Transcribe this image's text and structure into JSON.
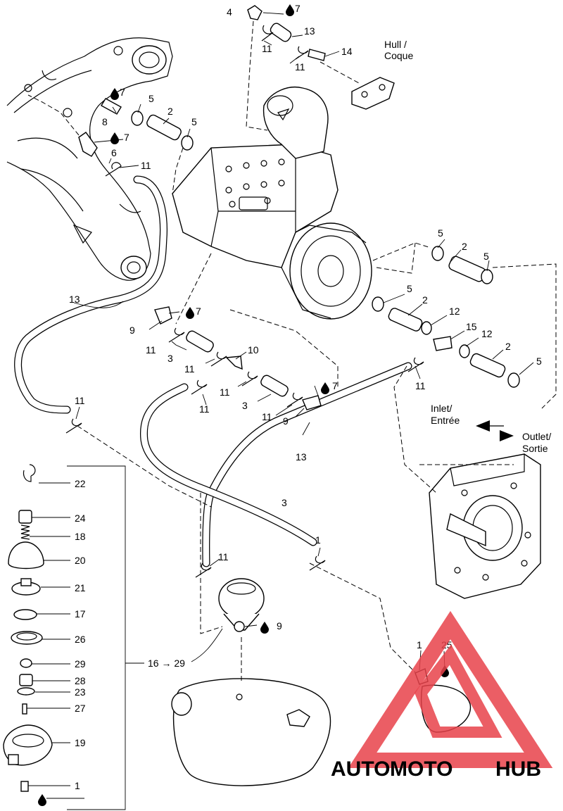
{
  "diagram": {
    "callouts": [
      {
        "id": "c4",
        "text": "4"
      },
      {
        "id": "c7a",
        "text": "7"
      },
      {
        "id": "c13a",
        "text": "13"
      },
      {
        "id": "c11a",
        "text": "11"
      },
      {
        "id": "c14",
        "text": "14"
      },
      {
        "id": "c11b",
        "text": "11"
      },
      {
        "id": "c7b",
        "text": "7"
      },
      {
        "id": "c5a",
        "text": "5"
      },
      {
        "id": "c8",
        "text": "8"
      },
      {
        "id": "c2a",
        "text": "2"
      },
      {
        "id": "c5b",
        "text": "5"
      },
      {
        "id": "c7c",
        "text": "7"
      },
      {
        "id": "c6",
        "text": "6"
      },
      {
        "id": "c11c",
        "text": "11"
      },
      {
        "id": "c5c",
        "text": "5"
      },
      {
        "id": "c2b",
        "text": "2"
      },
      {
        "id": "c5d",
        "text": "5"
      },
      {
        "id": "c13b",
        "text": "13"
      },
      {
        "id": "c7d",
        "text": "7"
      },
      {
        "id": "c9a",
        "text": "9"
      },
      {
        "id": "c5e",
        "text": "5"
      },
      {
        "id": "c2c",
        "text": "2"
      },
      {
        "id": "c12a",
        "text": "12"
      },
      {
        "id": "c15",
        "text": "15"
      },
      {
        "id": "c12b",
        "text": "12"
      },
      {
        "id": "c2d",
        "text": "2"
      },
      {
        "id": "c5f",
        "text": "5"
      },
      {
        "id": "c11d",
        "text": "11"
      },
      {
        "id": "c3a",
        "text": "3"
      },
      {
        "id": "c10",
        "text": "10"
      },
      {
        "id": "c11e",
        "text": "11"
      },
      {
        "id": "c11f",
        "text": "11"
      },
      {
        "id": "c11g",
        "text": "11"
      },
      {
        "id": "c7e",
        "text": "7"
      },
      {
        "id": "c3b",
        "text": "3"
      },
      {
        "id": "c11h",
        "text": "11"
      },
      {
        "id": "c9b",
        "text": "9"
      },
      {
        "id": "c11i",
        "text": "11"
      },
      {
        "id": "c13c",
        "text": "13"
      },
      {
        "id": "c3c",
        "text": "3"
      },
      {
        "id": "c11j",
        "text": "11"
      },
      {
        "id": "c11k",
        "text": "11"
      },
      {
        "id": "c1a",
        "text": "1"
      },
      {
        "id": "c9c",
        "text": "9"
      },
      {
        "id": "c1b",
        "text": "1"
      },
      {
        "id": "c25",
        "text": "25"
      },
      {
        "id": "c22",
        "text": "22"
      },
      {
        "id": "c24",
        "text": "24"
      },
      {
        "id": "c18",
        "text": "18"
      },
      {
        "id": "c20",
        "text": "20"
      },
      {
        "id": "c21",
        "text": "21"
      },
      {
        "id": "c17",
        "text": "17"
      },
      {
        "id": "c26",
        "text": "26"
      },
      {
        "id": "c29",
        "text": "29"
      },
      {
        "id": "c28",
        "text": "28"
      },
      {
        "id": "c23",
        "text": "23"
      },
      {
        "id": "c27",
        "text": "27"
      },
      {
        "id": "c19",
        "text": "19"
      },
      {
        "id": "c1c",
        "text": "1"
      }
    ],
    "group_label": "16 → 29",
    "labels": {
      "hull": "Hull /",
      "coque": "Coque",
      "inlet": "Inlet/",
      "entree": "Entrée",
      "outlet": "Outlet/",
      "sortie": "Sortie"
    },
    "watermark": {
      "part1": "AUTO",
      "part2": "MOTO",
      "part3": "HUB",
      "color1": "#f2b25c",
      "color2": "#ec8a8a",
      "color3": "#8a8a8a",
      "triangle_color": "#e8424a"
    }
  }
}
